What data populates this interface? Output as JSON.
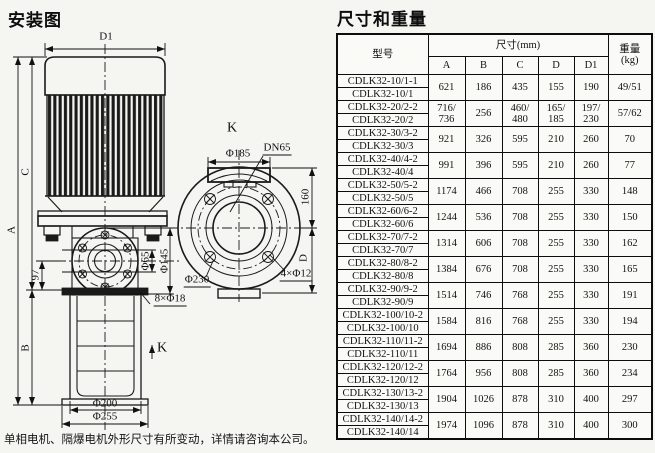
{
  "titles": {
    "installation": "安装图",
    "dimensions": "尺寸和重量"
  },
  "footnote": "单相电机、隔爆电机外形尺寸有所变动，详情请咨询本公司。",
  "diagram": {
    "front": {
      "d1": "D1",
      "a": "A",
      "b": "B",
      "c": "C",
      "n97": "97",
      "phi65": "Φ65",
      "phi145": "Φ145",
      "bolt18": "8×Φ18",
      "phi200": "Φ200",
      "phi255": "Φ255",
      "k": "K"
    },
    "top": {
      "k": "K",
      "phi185": "Φ185",
      "dn65": "DN65",
      "n160": "160",
      "d": "D",
      "phi230": "Φ230",
      "bolt12": "4×Φ12"
    }
  },
  "table": {
    "headers": {
      "model": "型号",
      "dims": "尺寸(mm)",
      "weight": "重量\n(kg)",
      "cols": [
        "A",
        "B",
        "C",
        "D",
        "D1"
      ]
    },
    "groups": [
      {
        "models": [
          "CDLK32-10/1-1",
          "CDLK32-10/1"
        ],
        "A": "621",
        "B": "186",
        "C": "435",
        "D": "155",
        "D1": "190",
        "weight": "49/51"
      },
      {
        "models": [
          "CDLK32-20/2-2",
          "CDLK32-20/2"
        ],
        "A": "716/\n736",
        "B": "256",
        "C": "460/\n480",
        "D": "165/\n185",
        "D1": "197/\n230",
        "weight": "57/62"
      },
      {
        "models": [
          "CDLK32-30/3-2",
          "CDLK32-30/3"
        ],
        "A": "921",
        "B": "326",
        "C": "595",
        "D": "210",
        "D1": "260",
        "weight": "70"
      },
      {
        "models": [
          "CDLK32-40/4-2",
          "CDLK32-40/4"
        ],
        "A": "991",
        "B": "396",
        "C": "595",
        "D": "210",
        "D1": "260",
        "weight": "77"
      },
      {
        "models": [
          "CDLK32-50/5-2",
          "CDLK32-50/5"
        ],
        "A": "1174",
        "B": "466",
        "C": "708",
        "D": "255",
        "D1": "330",
        "weight": "148"
      },
      {
        "models": [
          "CDLK32-60/6-2",
          "CDLK32-60/6"
        ],
        "A": "1244",
        "B": "536",
        "C": "708",
        "D": "255",
        "D1": "330",
        "weight": "150"
      },
      {
        "models": [
          "CDLK32-70/7-2",
          "CDLK32-70/7"
        ],
        "A": "1314",
        "B": "606",
        "C": "708",
        "D": "255",
        "D1": "330",
        "weight": "162"
      },
      {
        "models": [
          "CDLK32-80/8-2",
          "CDLK32-80/8"
        ],
        "A": "1384",
        "B": "676",
        "C": "708",
        "D": "255",
        "D1": "330",
        "weight": "165"
      },
      {
        "models": [
          "CDLK32-90/9-2",
          "CDLK32-90/9"
        ],
        "A": "1514",
        "B": "746",
        "C": "768",
        "D": "255",
        "D1": "330",
        "weight": "191"
      },
      {
        "models": [
          "CDLK32-100/10-2",
          "CDLK32-100/10"
        ],
        "A": "1584",
        "B": "816",
        "C": "768",
        "D": "255",
        "D1": "330",
        "weight": "194"
      },
      {
        "models": [
          "CDLK32-110/11-2",
          "CDLK32-110/11"
        ],
        "A": "1694",
        "B": "886",
        "C": "808",
        "D": "285",
        "D1": "360",
        "weight": "230"
      },
      {
        "models": [
          "CDLK32-120/12-2",
          "CDLK32-120/12"
        ],
        "A": "1764",
        "B": "956",
        "C": "808",
        "D": "285",
        "D1": "360",
        "weight": "234"
      },
      {
        "models": [
          "CDLK32-130/13-2",
          "CDLK32-130/13"
        ],
        "A": "1904",
        "B": "1026",
        "C": "878",
        "D": "310",
        "D1": "400",
        "weight": "297"
      },
      {
        "models": [
          "CDLK32-140/14-2",
          "CDLK32-140/14"
        ],
        "A": "1974",
        "B": "1096",
        "C": "878",
        "D": "310",
        "D1": "400",
        "weight": "300"
      }
    ]
  }
}
